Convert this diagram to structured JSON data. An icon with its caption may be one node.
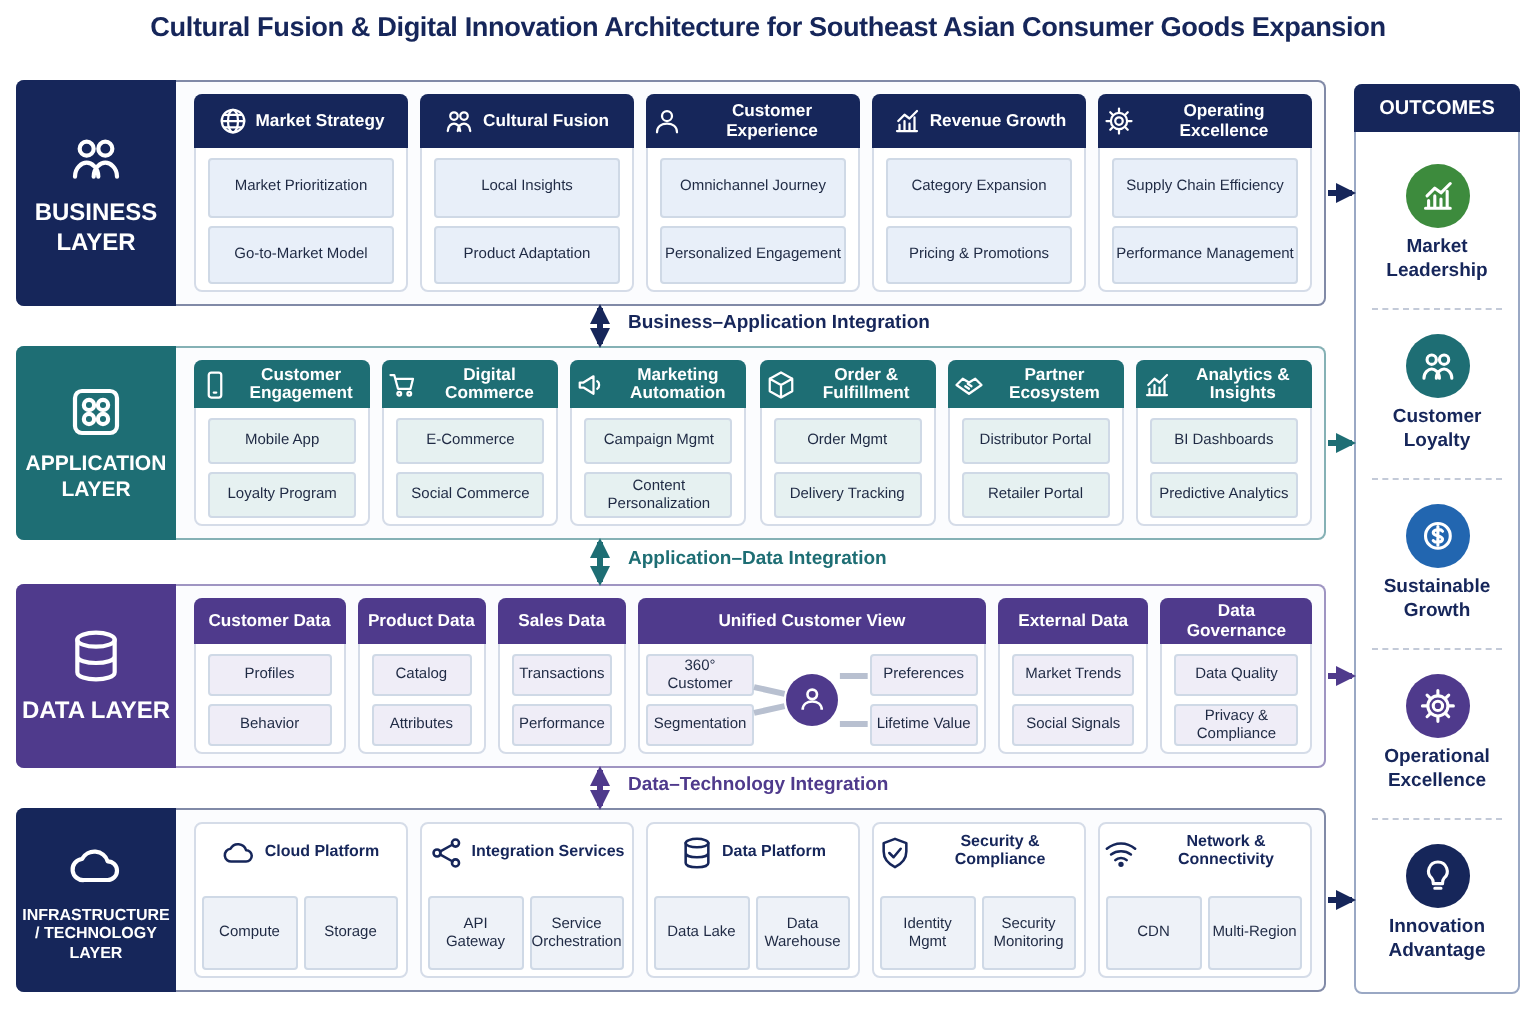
{
  "diagram": {
    "title": "Cultural Fusion & Digital Innovation Architecture for Southeast Asian Consumer Goods Expansion",
    "nodes": [
      {
        "text": [
          "BUSINESS LAYER"
        ]
      },
      {
        "text": [
          "Market Strategy"
        ],
        "in": 0
      },
      {
        "text": [
          "Market Prioritization"
        ],
        "in": 1
      },
      {
        "text": [
          "Go-to-Market Model"
        ],
        "in": 1
      },
      {
        "text": [
          "Cultural Fusion"
        ],
        "in": 0
      },
      {
        "text": [
          "Local Insights"
        ],
        "in": 4
      },
      {
        "text": [
          "Product Adaptation"
        ],
        "in": 4
      },
      {
        "text": [
          "Customer Experience"
        ],
        "in": 0
      },
      {
        "text": [
          "Omnichannel Journey"
        ],
        "in": 7
      },
      {
        "text": [
          "Personalized Engagement"
        ],
        "in": 7
      },
      {
        "text": [
          "Revenue Growth"
        ],
        "in": 0
      },
      {
        "text": [
          "Category Expansion"
        ],
        "in": 10
      },
      {
        "text": [
          "Pricing & Promotions"
        ],
        "in": 10
      },
      {
        "text": [
          "Operating Excellence"
        ],
        "in": 0
      },
      {
        "text": [
          "Supply Chain Efficiency"
        ],
        "in": 13
      },
      {
        "text": [
          "Performance Management"
        ],
        "in": 13
      },
      {
        "text": [
          "APPLICATION LAYER"
        ]
      },
      {
        "text": [
          "Customer Engagement"
        ],
        "in": 16
      },
      {
        "text": [
          "Mobile App"
        ],
        "in": 17
      },
      {
        "text": [
          "Loyalty Program"
        ],
        "in": 17
      },
      {
        "text": [
          "Digital Commerce"
        ],
        "in": 16
      },
      {
        "text": [
          "E-Commerce"
        ],
        "in": 20
      },
      {
        "text": [
          "Social Commerce"
        ],
        "in": 20
      },
      {
        "text": [
          "Marketing Automation"
        ],
        "in": 16
      },
      {
        "text": [
          "Campaign Mgmt"
        ],
        "in": 23
      },
      {
        "text": [
          "Content Personalization"
        ],
        "in": 23
      },
      {
        "text": [
          "Order & Fulfillment"
        ],
        "in": 16
      },
      {
        "text": [
          "Order Mgmt"
        ],
        "in": 26
      },
      {
        "text": [
          "Delivery Tracking"
        ],
        "in": 26
      },
      {
        "text": [
          "Partner Ecosystem"
        ],
        "in": 16
      },
      {
        "text": [
          "Distributor Portal"
        ],
        "in": 29
      },
      {
        "text": [
          "Retailer Portal"
        ],
        "in": 29
      },
      {
        "text": [
          "Analytics & Insights"
        ],
        "in": 16
      },
      {
        "text": [
          "BI Dashboards"
        ],
        "in": 32
      },
      {
        "text": [
          "Predictive Analytics"
        ],
        "in": 32
      },
      {
        "text": [
          "DATA LAYER"
        ]
      },
      {
        "text": [
          "Customer Data"
        ],
        "in": 35
      },
      {
        "text": [
          "Profiles"
        ],
        "in": 36
      },
      {
        "text": [
          "Behavior"
        ],
        "in": 36
      },
      {
        "text": [
          "Product Data"
        ],
        "in": 35
      },
      {
        "text": [
          "Catalog"
        ],
        "in": 39
      },
      {
        "text": [
          "Attributes"
        ],
        "in": 39
      },
      {
        "text": [
          "Sales Data"
        ],
        "in": 35
      },
      {
        "text": [
          "Transactions"
        ],
        "in": 42
      },
      {
        "text": [
          "Performance"
        ],
        "in": 42
      },
      {
        "text": [
          "Unified Customer View"
        ],
        "in": 35
      },
      {
        "text": [
          "360° Customer"
        ],
        "in": 45
      },
      {
        "text": [
          "Segmentation"
        ],
        "in": 45
      },
      {
        "text": [],
        "shape": "person",
        "in": 45
      },
      {
        "text": [
          "Preferences"
        ],
        "in": 45
      },
      {
        "text": [
          "Lifetime Value"
        ],
        "in": 45
      },
      {
        "text": [
          "External Data"
        ],
        "in": 35
      },
      {
        "text": [
          "Market Trends"
        ],
        "in": 51
      },
      {
        "text": [
          "Social Signals"
        ],
        "in": 51
      },
      {
        "text": [
          "Data Governance"
        ],
        "in": 35
      },
      {
        "text": [
          "Data Quality"
        ],
        "in": 54
      },
      {
        "text": [
          "Privacy & Compliance"
        ],
        "in": 54
      },
      {
        "text": [
          "INFRASTRUCTURE / TECHNOLOGY LAYER"
        ]
      },
      {
        "text": [
          "Cloud Platform"
        ],
        "in": 57
      },
      {
        "text": [
          "Compute"
        ],
        "in": 58
      },
      {
        "text": [
          "Storage"
        ],
        "in": 58
      },
      {
        "text": [
          "Integration Services"
        ],
        "in": 57
      },
      {
        "text": [
          "API Gateway"
        ],
        "in": 61
      },
      {
        "text": [
          "Service Orchestration"
        ],
        "in": 61
      },
      {
        "text": [
          "Data Platform"
        ],
        "in": 57
      },
      {
        "text": [
          "Data Lake"
        ],
        "in": 64
      },
      {
        "text": [
          "Data Warehouse"
        ],
        "in": 64
      },
      {
        "text": [
          "Security & Compliance"
        ],
        "in": 57
      },
      {
        "text": [
          "Identity Mgmt"
        ],
        "in": 67
      },
      {
        "text": [
          "Security Monitoring"
        ],
        "in": 67
      },
      {
        "text": [
          "Network & Connectivity"
        ],
        "in": 57
      },
      {
        "text": [
          "CDN"
        ],
        "in": 70
      },
      {
        "text": [
          "Multi-Region"
        ],
        "in": 70
      },
      {
        "text": [
          "OUTCOMES"
        ]
      },
      {
        "text": [
          "Market Leadership"
        ],
        "in": 73
      },
      {
        "text": [
          "Customer Loyalty"
        ],
        "in": 73
      },
      {
        "text": [
          "Sustainable Growth"
        ],
        "in": 73
      },
      {
        "text": [
          "Operational Excellence"
        ],
        "in": 73
      },
      {
        "text": [
          "Innovation Advantage"
        ],
        "in": 73
      }
    ],
    "edges": [
      {
        "from": 0,
        "to": 16,
        "arrow": "both",
        "label": "Business–Application Integration",
        "color": "#16265a"
      },
      {
        "from": 16,
        "to": 35,
        "arrow": "both",
        "label": "Application–Data Integration",
        "color": "#1e6e74"
      },
      {
        "from": 35,
        "to": 57,
        "arrow": "both",
        "label": "Data–Technology Integration",
        "color": "#4f3a8c"
      },
      {
        "from": 0,
        "to": 73,
        "arrow": "to",
        "color": "#16265a"
      },
      {
        "from": 16,
        "to": 73,
        "arrow": "to",
        "color": "#1e6e74"
      },
      {
        "from": 35,
        "to": 73,
        "arrow": "to",
        "color": "#4f3a8c"
      },
      {
        "from": 57,
        "to": 73,
        "arrow": "to",
        "color": "#16265a"
      },
      {
        "from": 48,
        "to": 46,
        "arrow": "none",
        "color": "#b8c0d0"
      },
      {
        "from": 48,
        "to": 47,
        "arrow": "none",
        "color": "#b8c0d0"
      },
      {
        "from": 48,
        "to": 49,
        "arrow": "none",
        "color": "#b8c0d0"
      },
      {
        "from": 48,
        "to": 50,
        "arrow": "none",
        "color": "#b8c0d0"
      }
    ]
  }
}
